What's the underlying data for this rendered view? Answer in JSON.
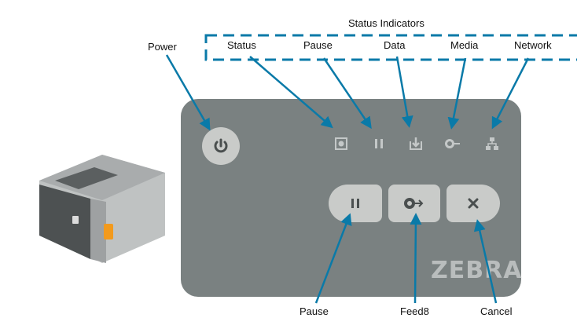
{
  "title": "Status Indicators",
  "status_indicators": [
    {
      "label": "Status",
      "icon": "status-icon"
    },
    {
      "label": "Pause",
      "icon": "pause-indicator-icon"
    },
    {
      "label": "Data",
      "icon": "data-icon"
    },
    {
      "label": "Media",
      "icon": "media-icon"
    },
    {
      "label": "Network",
      "icon": "network-icon"
    }
  ],
  "power_label": "Power",
  "buttons": [
    {
      "label": "Pause",
      "icon": "pause-icon"
    },
    {
      "label": "Feed8",
      "icon": "feed-icon"
    },
    {
      "label": "Cancel",
      "icon": "close-icon"
    }
  ],
  "brand": "ZEBRA",
  "colors": {
    "accent": "#0a7aa8",
    "panel": "#7a8181",
    "button": "#c9cbc9",
    "icon_dark": "#4a4f4f",
    "icon_light": "#c4c8c8"
  }
}
